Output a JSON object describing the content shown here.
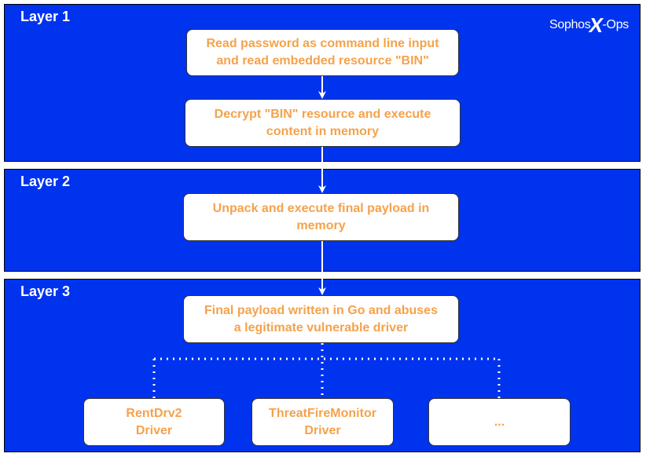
{
  "logo": {
    "brand": "Sophos",
    "mark": "X",
    "suffix": "-Ops"
  },
  "layers": [
    {
      "title": "Layer 1"
    },
    {
      "title": "Layer 2"
    },
    {
      "title": "Layer 3"
    }
  ],
  "steps": {
    "read_password": "Read password as command line input\nand read embedded resource \"BIN\"",
    "decrypt_bin": "Decrypt \"BIN\" resource and execute\ncontent in memory",
    "unpack_payload": "Unpack and execute final payload in\nmemory",
    "final_payload": "Final payload written in Go and abuses\na legitimate vulnerable driver"
  },
  "drivers": [
    {
      "label": "RentDrv2\nDriver"
    },
    {
      "label": "ThreatFireMonitor\nDriver"
    },
    {
      "label": "..."
    }
  ],
  "colors": {
    "layer_fill": "#0033ee",
    "box_text": "#f5a24b",
    "connector": "#ffffff"
  }
}
